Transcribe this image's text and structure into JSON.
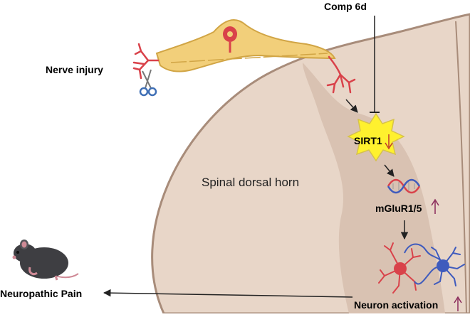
{
  "labels": {
    "comp": "Comp 6d",
    "nerve_injury": "Nerve injury",
    "spinal_dorsal_horn": "Spinal dorsal horn",
    "sirt1": "SIRT1",
    "mglur": "mGluR1/5",
    "neuropathic_pain": "Neuropathic Pain",
    "neuron_activation": "Neuron activation"
  },
  "colors": {
    "tissue": "#e8d6c8",
    "tissue_inner": "#d9c2b2",
    "tissue_border": "#a88c7a",
    "nerve_fill": "#f2cf7a",
    "nerve_stroke": "#d1a545",
    "neuron_red": "#d9424a",
    "neuron_blue": "#3f5bbd",
    "star_fill": "#fff12e",
    "star_stroke": "#d6c24a",
    "up_arrow": "#8a2a5a",
    "down_arrow": "#c0392b"
  },
  "icons": [
    "scissors-icon",
    "mouse-icon",
    "dna-icon",
    "sirt1-star-icon",
    "neuron-red-icon",
    "neuron-blue-icon"
  ]
}
